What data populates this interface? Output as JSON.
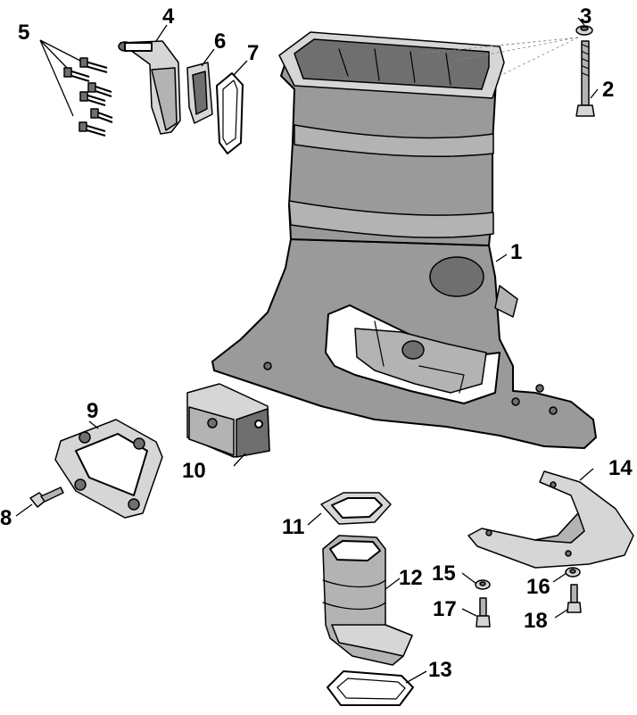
{
  "diagram": {
    "parts": [
      {
        "id": "p1",
        "number": "1"
      },
      {
        "id": "p2",
        "number": "2"
      },
      {
        "id": "p3",
        "number": "3"
      },
      {
        "id": "p4",
        "number": "4"
      },
      {
        "id": "p5",
        "number": "5"
      },
      {
        "id": "p6",
        "number": "6"
      },
      {
        "id": "p7",
        "number": "7"
      },
      {
        "id": "p8",
        "number": "8"
      },
      {
        "id": "p9",
        "number": "9"
      },
      {
        "id": "p10",
        "number": "10"
      },
      {
        "id": "p11",
        "number": "11"
      },
      {
        "id": "p12",
        "number": "12"
      },
      {
        "id": "p13",
        "number": "13"
      },
      {
        "id": "p14",
        "number": "14"
      },
      {
        "id": "p15",
        "number": "15"
      },
      {
        "id": "p16",
        "number": "16"
      },
      {
        "id": "p17",
        "number": "17"
      },
      {
        "id": "p18",
        "number": "18"
      }
    ]
  }
}
